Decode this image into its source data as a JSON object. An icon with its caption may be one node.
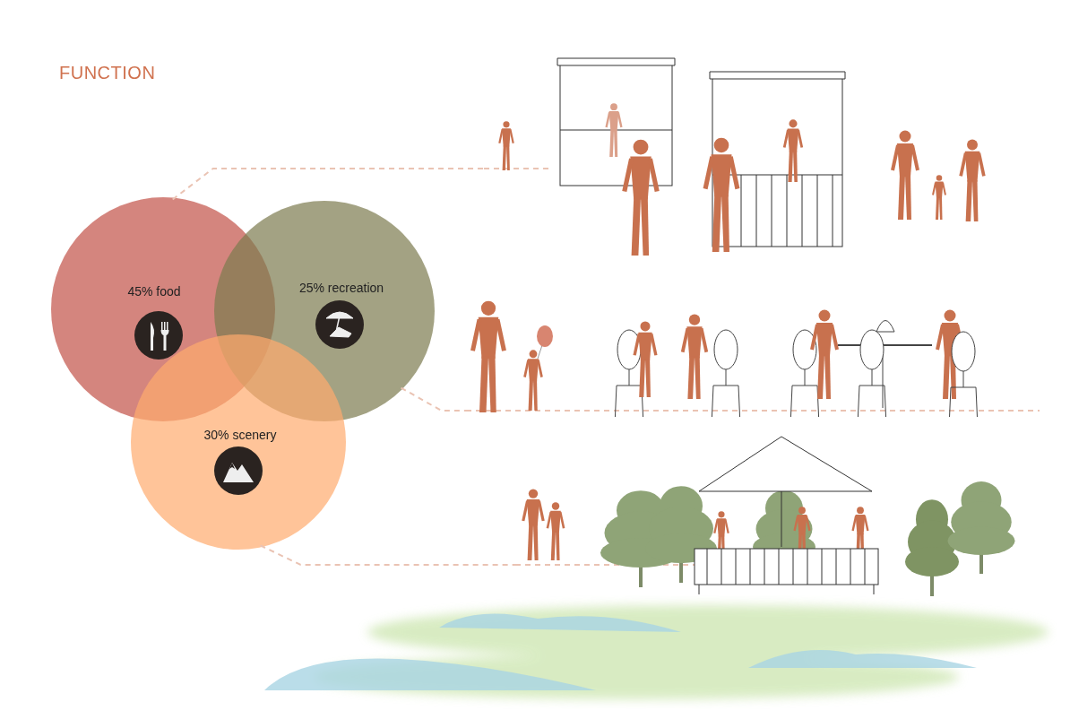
{
  "diagram": {
    "title": "FUNCTION",
    "nodes": [
      {
        "text": [
          "45% food"
        ]
      },
      {
        "text": [
          "25% recreation"
        ]
      },
      {
        "text": [
          "30% scenery"
        ]
      },
      {
        "text": [],
        "shape": "picture"
      },
      {
        "text": [],
        "shape": "picture"
      },
      {
        "text": [],
        "shape": "picture"
      }
    ],
    "edges": [
      {
        "from": 0,
        "to": 3,
        "arrow": "none"
      },
      {
        "from": 1,
        "to": 4,
        "arrow": "none"
      },
      {
        "from": 2,
        "to": 5,
        "arrow": "none"
      }
    ]
  }
}
